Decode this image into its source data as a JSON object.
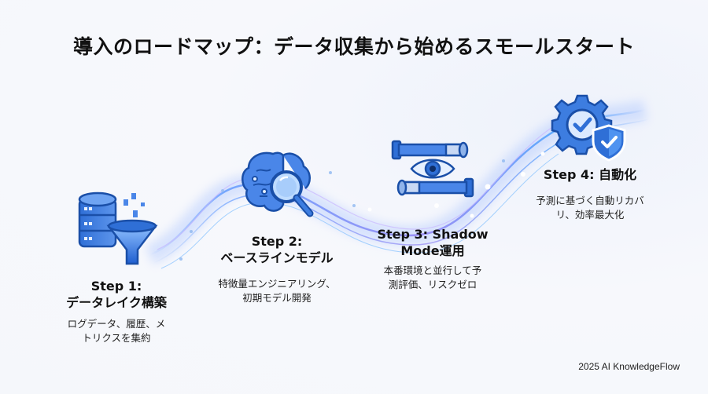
{
  "title": "導入のロードマップ：データ収集から始めるスモールスタート",
  "colors": {
    "icon_primary": "#2f6fd6",
    "icon_dark": "#1a4fa8",
    "icon_light": "#7fb2f5",
    "wave_blue": "#4a8cff",
    "wave_purple": "#a98bf5",
    "background": "#f5f7fb"
  },
  "steps": [
    {
      "title_line1": "Step 1:",
      "title_line2": "データレイク構築",
      "desc_line1": "ログデータ、履歴、メ",
      "desc_line2": "トリクスを集約",
      "icon": "database-funnel-icon"
    },
    {
      "title_line1": "Step 2:",
      "title_line2": "ベースラインモデル",
      "desc_line1": "特徴量エンジニアリング、",
      "desc_line2": "初期モデル開発",
      "icon": "brain-magnifier-icon"
    },
    {
      "title_line1": "Step 3: Shadow",
      "title_line2": "Mode運用",
      "desc_line1": "本番環境と並行して予",
      "desc_line2": "測評価、リスクゼロ",
      "icon": "pipes-eye-icon"
    },
    {
      "title_line1": "Step 4: 自動化",
      "title_line2": "",
      "desc_line1": "予測に基づく自動リカバ",
      "desc_line2": "リ、効率最大化",
      "icon": "gear-shield-icon"
    }
  ],
  "footer": "2025 AI KnowledgeFlow"
}
